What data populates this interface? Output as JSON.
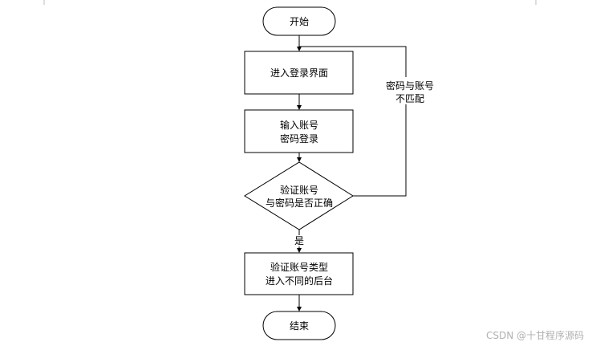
{
  "nodes": {
    "start": "开始",
    "login_page": "进入登录界面",
    "input": [
      "输入账号",
      "密码登录"
    ],
    "verify": [
      "验证账号",
      "与密码是否正确"
    ],
    "route": [
      "验证账号类型",
      "进入不同的后台"
    ],
    "end": "结束"
  },
  "edges": {
    "mismatch": [
      "密码与账号",
      "不匹配"
    ],
    "yes": "是"
  },
  "watermark": "CSDN @十甘程序源码"
}
